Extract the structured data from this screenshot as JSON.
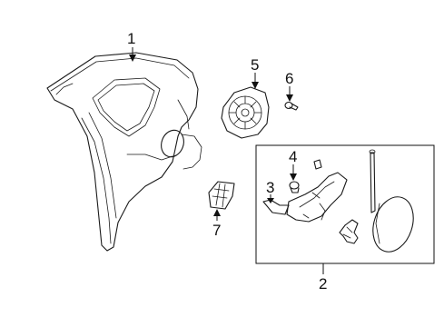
{
  "callouts": {
    "quarter_panel": "1",
    "fuel_door_assembly": "2",
    "housing_seal": "3",
    "clip": "4",
    "fuel_door_housing": "5",
    "screw": "6",
    "side_marker": "7"
  }
}
